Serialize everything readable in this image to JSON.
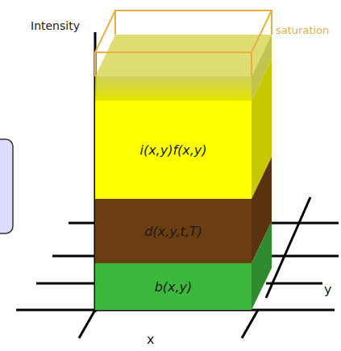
{
  "diagram": {
    "nodes": [
      {
        "text": [
          "i(x,y)f(x,y)"
        ]
      },
      {
        "text": [
          "d(x,y,t,T)"
        ]
      },
      {
        "text": [
          "b(x,y)"
        ]
      }
    ],
    "labels": [
      "Intensity",
      "saturation",
      "x",
      "y"
    ]
  }
}
